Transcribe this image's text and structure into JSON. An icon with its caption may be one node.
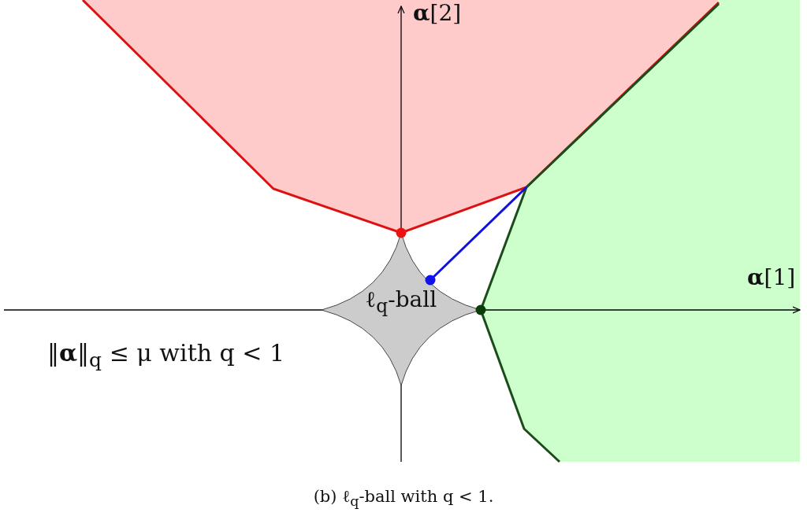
{
  "diagram": {
    "caption": "(b) ℓ$_{q}$-ball with q < 1.",
    "nodes": [
      {
        "text": [
          "ℓ$_{q}$-ball"
        ]
      }
    ],
    "labels": [
      "**α**[2]",
      "**α**[1]",
      "‖**α**‖$_{q}$ ≤ μ with q < 1"
    ]
  }
}
